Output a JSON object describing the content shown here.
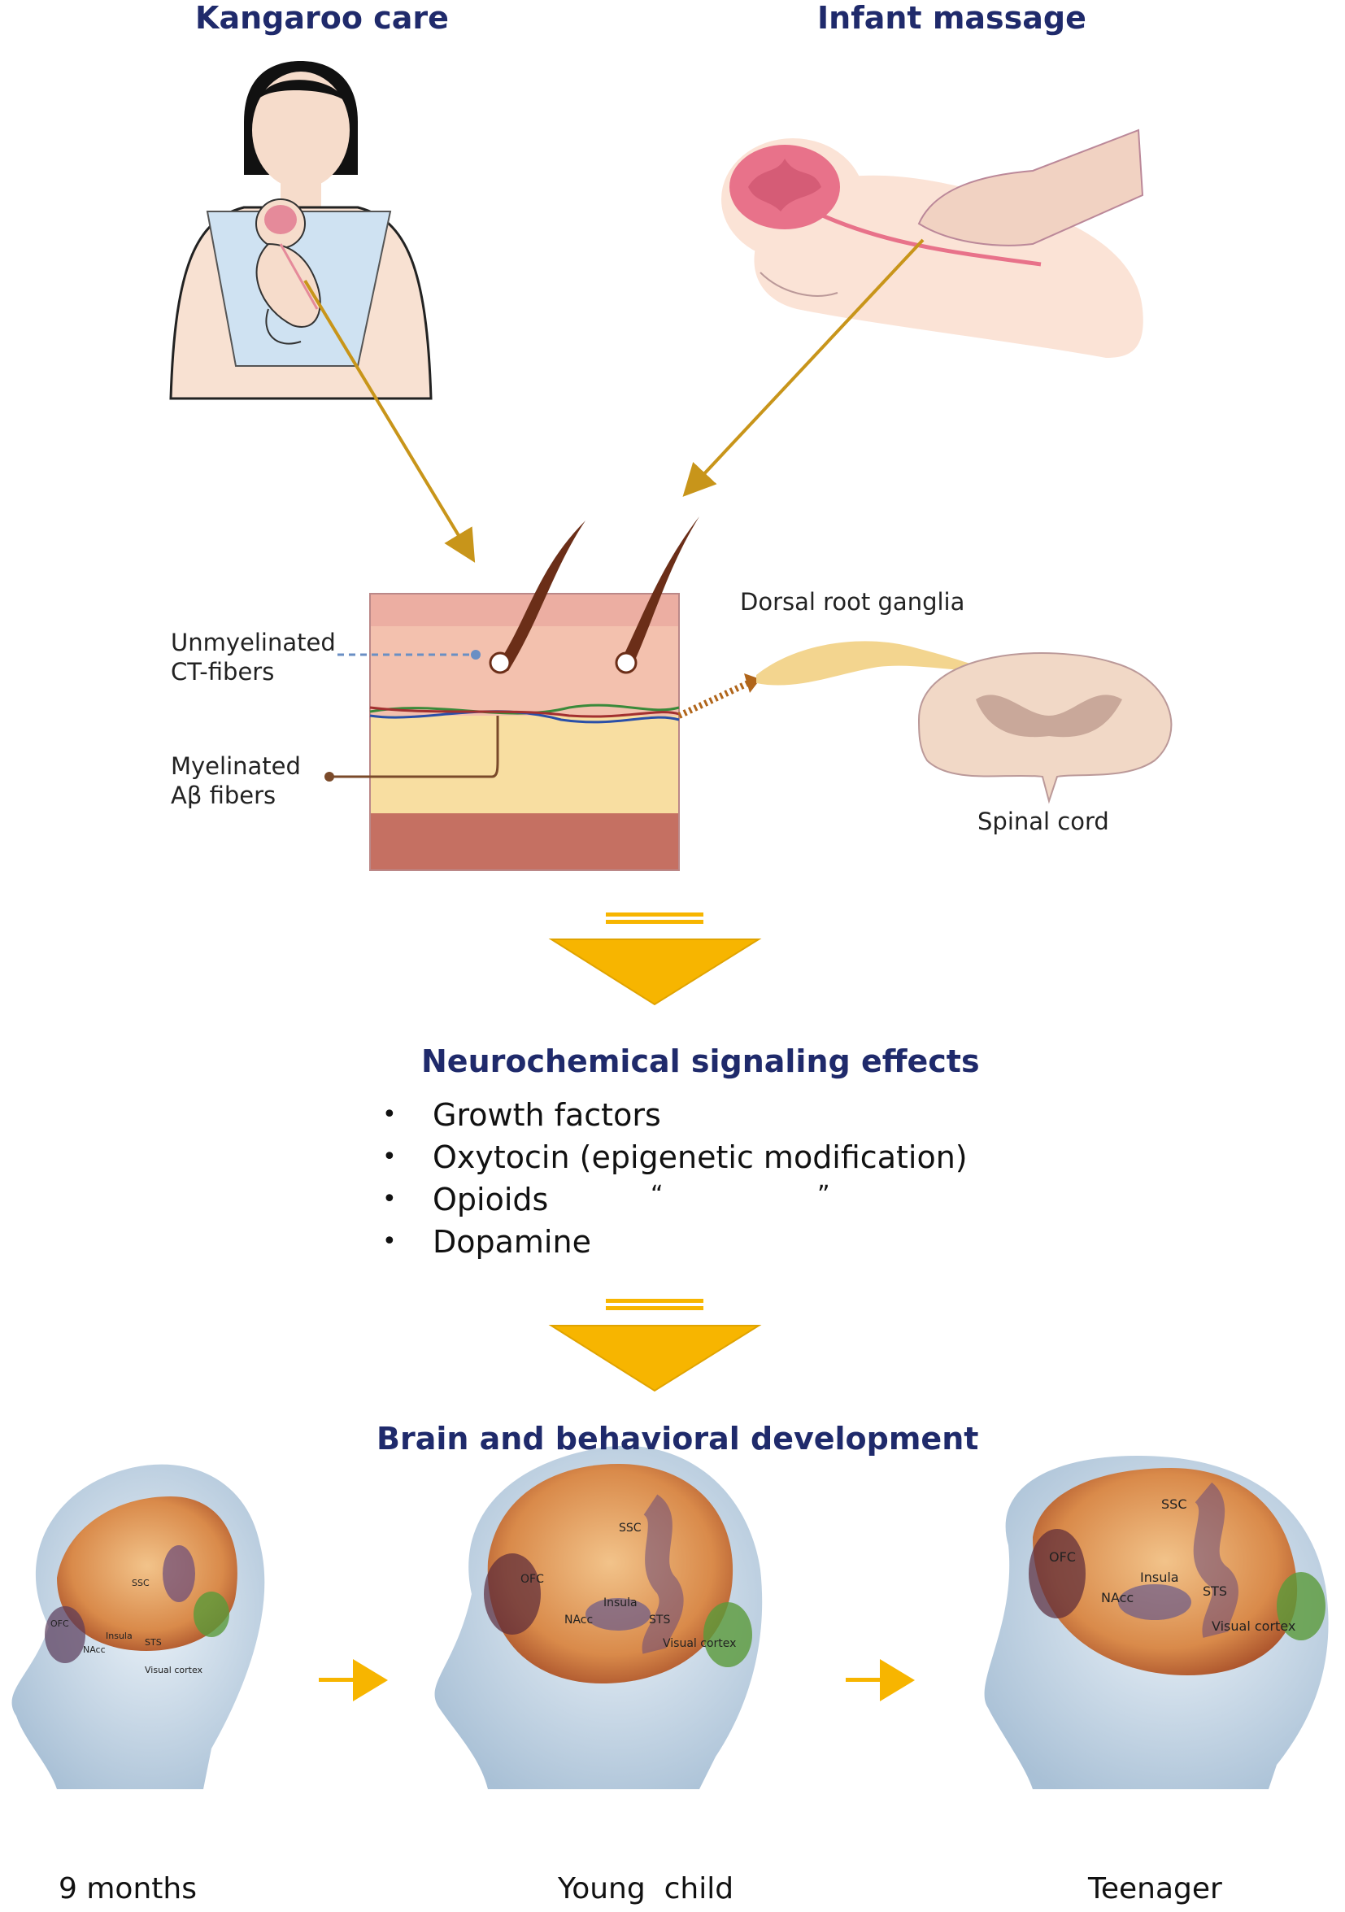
{
  "interventions": {
    "kangaroo": "Kangaroo care",
    "massage": "Infant massage"
  },
  "skin": {
    "ct_fibers": [
      "Unmyelinated",
      "CT-fibers"
    ],
    "ab_fibers": [
      "Myelinated",
      "Aβ fibers"
    ],
    "drg": "Dorsal root ganglia",
    "spinal_cord": "Spinal cord"
  },
  "neuro": {
    "title": "Neurochemical signaling effects",
    "items": [
      "Growth factors",
      "Oxytocin (epigenetic modification)",
      "Opioids",
      "Dopamine"
    ],
    "ditto_open": "“",
    "ditto_close": "”"
  },
  "development": {
    "title": "Brain and behavioral development",
    "region_labels": [
      "SSC",
      "OFC",
      "Insula",
      "NAcc",
      "STS",
      "Visual cortex"
    ],
    "stages": [
      "9 months",
      "Young  child",
      "Teenager"
    ]
  },
  "colors": {
    "title": "#1f2a6b",
    "arrow_fill": "#f7b500",
    "connector": "#c8951a"
  }
}
